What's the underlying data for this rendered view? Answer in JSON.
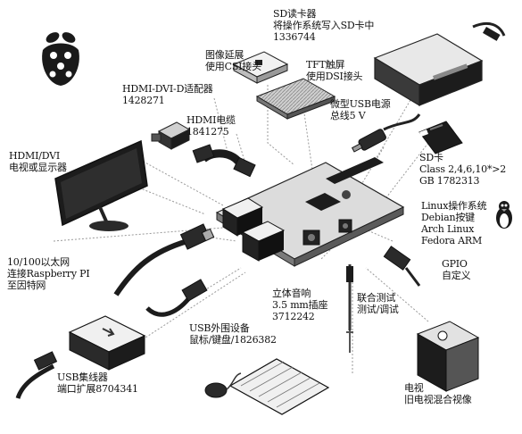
{
  "labels": {
    "sd_reader": [
      "SD读卡器",
      "将操作系统写入SD卡中",
      "1336744"
    ],
    "csi": [
      "图像延展",
      "使用CSI接头"
    ],
    "tft": [
      "TFT触屏",
      "使用DSI接头"
    ],
    "hdmi_dvi": [
      "HDMI-DVI-D适配器",
      "1428271"
    ],
    "hdmi_cable": [
      "HDMI电缆",
      "1841275"
    ],
    "usb_power": [
      "微型USB电源",
      "总线5 V"
    ],
    "display": [
      "HDMI/DVI",
      "电视或显示器"
    ],
    "sd_card": [
      "SD卡",
      "Class 2,4,6,10*>2",
      "GB 1782313"
    ],
    "os": [
      "Linux操作系统",
      "Debian按键",
      "Arch Linux",
      "Fedora ARM"
    ],
    "ethernet": [
      "10/100以太网",
      "连接Raspberry PI",
      "至因特网"
    ],
    "gpio": [
      "GPIO",
      "自定义"
    ],
    "audio": [
      "立体音响",
      "3.5 mm插座",
      "3712242"
    ],
    "jtag": [
      "联合测试",
      "测试/调试"
    ],
    "usb_devices": [
      "USB外围设备",
      "鼠标/键盘/1826382"
    ],
    "usb_hub": [
      "USB集线器",
      "端口扩展8704341"
    ],
    "tv": [
      "电视",
      "旧电视混合视像"
    ]
  },
  "colors": {
    "ink": "#111111",
    "line": "#8a8a8a",
    "device_dark": "#1c1c1c",
    "device_mid": "#6e6e6e",
    "device_light": "#d9d9d9",
    "raspberry": "#1a1a1a"
  },
  "icons": [
    "raspberry-logo-icon",
    "tux-linux-icon"
  ]
}
